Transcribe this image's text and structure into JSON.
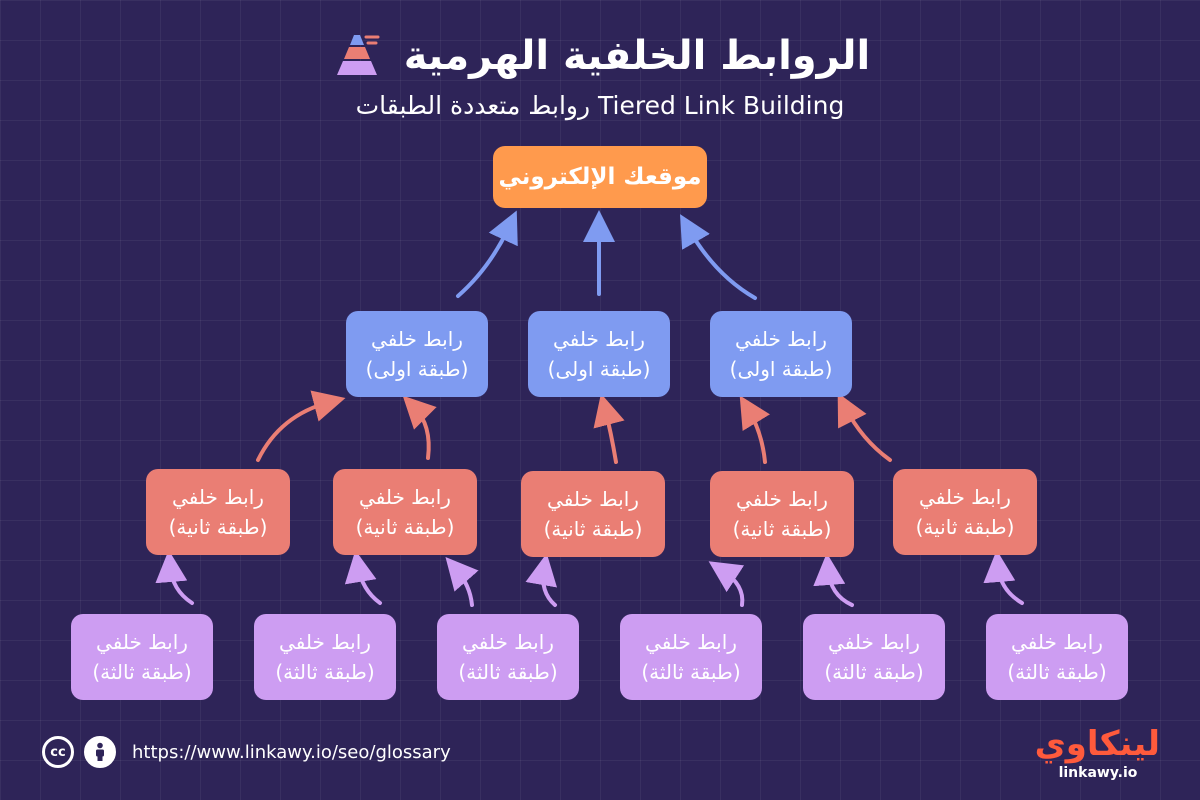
{
  "header": {
    "title": "الروابط الخلفية الهرمية",
    "subtitle": "روابط متعددة الطبقات Tiered Link Building",
    "icon": "pyramid-icon"
  },
  "root": {
    "label": "موقعك الإلكتروني"
  },
  "tier1": {
    "label": "رابط خلفي",
    "sub": "(طبقة اولى)",
    "items": [
      {
        "label": "رابط خلفي",
        "sub": "(طبقة اولى)"
      },
      {
        "label": "رابط خلفي",
        "sub": "(طبقة اولى)"
      },
      {
        "label": "رابط خلفي",
        "sub": "(طبقة اولى)"
      }
    ]
  },
  "tier2": {
    "items": [
      {
        "label": "رابط خلفي",
        "sub": "(طبقة ثانية)"
      },
      {
        "label": "رابط خلفي",
        "sub": "(طبقة ثانية)"
      },
      {
        "label": "رابط خلفي",
        "sub": "(طبقة ثانية)"
      },
      {
        "label": "رابط خلفي",
        "sub": "(طبقة ثانية)"
      },
      {
        "label": "رابط خلفي",
        "sub": "(طبقة ثانية)"
      }
    ]
  },
  "tier3": {
    "items": [
      {
        "label": "رابط خلفي",
        "sub": "(طبقة ثالثة)"
      },
      {
        "label": "رابط خلفي",
        "sub": "(طبقة ثالثة)"
      },
      {
        "label": "رابط خلفي",
        "sub": "(طبقة ثالثة)"
      },
      {
        "label": "رابط خلفي",
        "sub": "(طبقة ثالثة)"
      },
      {
        "label": "رابط خلفي",
        "sub": "(طبقة ثالثة)"
      },
      {
        "label": "رابط خلفي",
        "sub": "(طبقة ثالثة)"
      }
    ]
  },
  "colors": {
    "background": "#2e2458",
    "root": "#ff9a4d",
    "tier1": "#7f9bf1",
    "tier2": "#ea7e74",
    "tier3": "#cd9df2"
  },
  "footer": {
    "url": "https://www.linkawy.io/seo/glossary",
    "license_icons": [
      "cc-icon",
      "by-icon"
    ],
    "logo_arabic": "لينكاوي",
    "logo_text": "linkawy.io"
  }
}
